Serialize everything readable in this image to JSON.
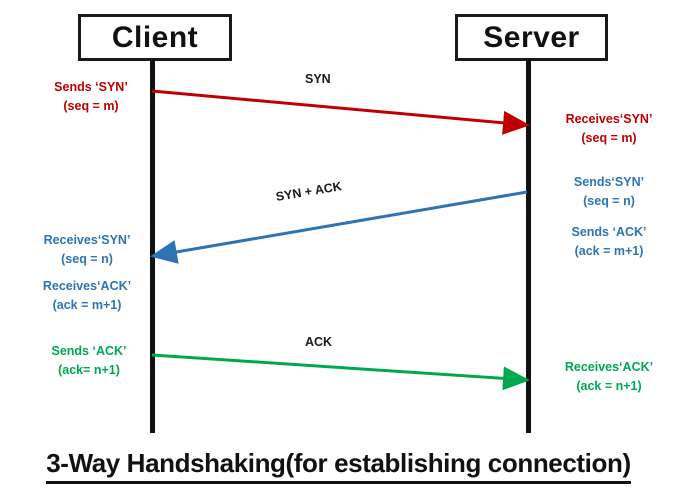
{
  "diagram": {
    "nodes": {
      "client_label": "Client",
      "server_label": "Server"
    },
    "caption": "3-Way Handshaking(for establishing connection)",
    "colors": {
      "syn": "#C00000",
      "syn_ack": "#2E74B5",
      "ack": "#00A94F",
      "line": "#111111"
    },
    "wire_labels": {
      "step1": "SYN",
      "step2": "SYN + ACK",
      "step3": "ACK"
    },
    "annotations": {
      "client_send_syn": {
        "line1": "Sends ‘SYN’",
        "line2": "(seq = m)"
      },
      "server_recv_syn": {
        "line1": "Receives‘SYN’",
        "line2": "(seq = m)"
      },
      "server_send_syn": {
        "line1": "Sends‘SYN’",
        "line2": "(seq = n)"
      },
      "server_send_ack": {
        "line1": "Sends ‘ACK’",
        "line2": "(ack = m+1)"
      },
      "client_recv_syn": {
        "line1": "Receives‘SYN’",
        "line2": "(seq = n)"
      },
      "client_recv_ack": {
        "line1": "Receives‘ACK’",
        "line2": "(ack = m+1)"
      },
      "client_send_ack": {
        "line1": "Sends ‘ACK’",
        "line2": "(ack= n+1)"
      },
      "server_recv_ack": {
        "line1": "Receives‘ACK’",
        "line2": "(ack = n+1)"
      }
    }
  }
}
